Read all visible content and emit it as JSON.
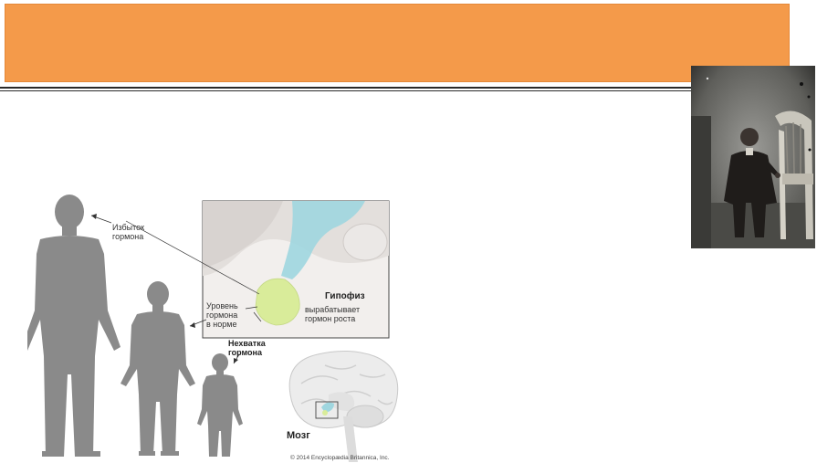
{
  "diagram": {
    "labels": {
      "excess": [
        "Избыток",
        "гормона"
      ],
      "normal": [
        "Уровень",
        "гормона",
        "в норме"
      ],
      "deficiency": [
        "Нехватка",
        "гормона"
      ],
      "gland_title": "Гипофиз",
      "gland_desc": [
        "вырабатывает",
        "гормон роста"
      ],
      "brain": "Мозг",
      "credit": "© 2014 Encyclopædia Britannica, Inc."
    }
  },
  "colors": {
    "banner": "#f49a4a",
    "silhouette": "#8a8a8a",
    "gland": "#d9ec9a",
    "hypothalamus": "#9fd6df"
  }
}
